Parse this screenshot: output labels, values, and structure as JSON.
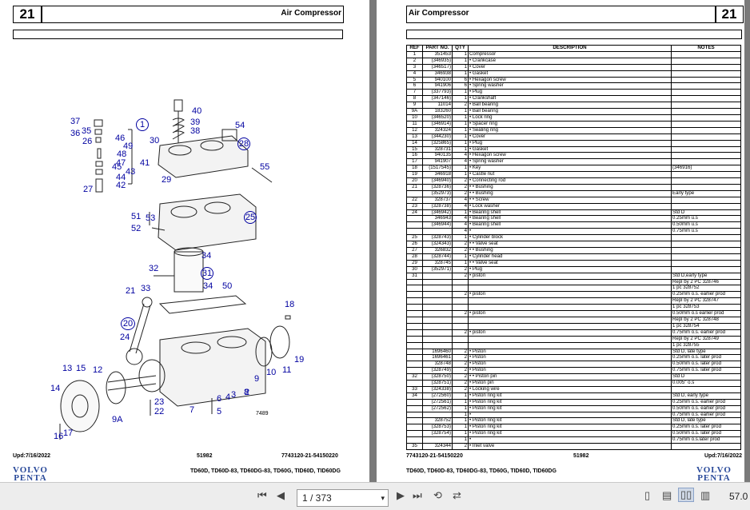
{
  "left": {
    "number": "21",
    "title": "Air Compressor",
    "updated": "Upd:7/16/2022",
    "code": "51982",
    "docno": "7743120-21-54150220",
    "models": "TD60D, TD60D-83, TD60DG-83, TD60G, TID60D, TID60DG",
    "diagram_code": "7489"
  },
  "right": {
    "number": "21",
    "title": "Air Compressor",
    "updated": "Upd:7/16/2022",
    "code": "51982",
    "docno": "7743120-21-54150220",
    "models": "TD60D, TD60D-83, TD60DG-83, TD60G, TID60D, TID60DG"
  },
  "logo": {
    "line1": "VOLVO",
    "line2": "PENTA"
  },
  "table": {
    "headers": [
      "REF",
      "PART NO.",
      "QTY",
      "DESCRIPTION",
      "NOTES"
    ],
    "rows": [
      [
        "1",
        "351453",
        "1",
        "Compressor",
        ""
      ],
      [
        "2",
        "(346935)",
        "1",
        "• Crankcase",
        ""
      ],
      [
        "3",
        "(346517)",
        "1",
        "• Cover",
        ""
      ],
      [
        "4",
        "346938",
        "1",
        "• Gasket",
        ""
      ],
      [
        "5",
        "940100",
        "6",
        "• Hexagon screw",
        ""
      ],
      [
        "6",
        "941906",
        "6",
        "• Spring washer",
        ""
      ],
      [
        "7",
        "(337793)",
        "1",
        "• Plug",
        ""
      ],
      [
        "8",
        "(347146)",
        "1",
        "• Crankshaft",
        ""
      ],
      [
        "9",
        "11014",
        "2",
        "• Ball bearing",
        ""
      ],
      [
        "9A",
        "183260",
        "1",
        "• Ball bearing",
        ""
      ],
      [
        "10",
        "(346520)",
        "1",
        "• Lock ring",
        ""
      ],
      [
        "11",
        "(346914)",
        "1",
        "• Spacer ring",
        ""
      ],
      [
        "12",
        "324324",
        "1",
        "• Sealing ring",
        ""
      ],
      [
        "13",
        "(344230)",
        "1",
        "• Cover",
        ""
      ],
      [
        "14",
        "(325865)",
        "1",
        "• Plug",
        ""
      ],
      [
        "15",
        "328731",
        "1",
        "• Gasket",
        ""
      ],
      [
        "16",
        "940135",
        "4",
        "• Hexagon screw",
        ""
      ],
      [
        "17",
        "941907",
        "4",
        "• Spring washer",
        ""
      ],
      [
        "18",
        "(1517545)",
        "1",
        "• Key",
        "(346916)"
      ],
      [
        "19",
        "346918",
        "1",
        "• Castle nut",
        ""
      ],
      [
        "20",
        "(346940)",
        "2",
        "• Connecting rod",
        ""
      ],
      [
        "21",
        "(328736)",
        "2",
        "• • Bushing",
        ""
      ],
      [
        "",
        "(352973)",
        "2",
        "• • Bushing",
        "Early type"
      ],
      [
        "22",
        "328737",
        "4",
        "• • Screw",
        ""
      ],
      [
        "23",
        "(328738)",
        "4",
        "• Lock washer",
        ""
      ],
      [
        "24",
        "(346942)",
        "1",
        "• Bearing shell",
        "Std D"
      ],
      [
        "",
        "346943",
        "4",
        "• Bearing shell",
        "0.25mm u.s"
      ],
      [
        "",
        "(346944)",
        "4",
        "• Bearing shell",
        "0.50mm u.s"
      ],
      [
        "",
        "",
        "4",
        "•",
        "0.75mm u.s"
      ],
      [
        "25",
        "(328743)",
        "1",
        "• Cylinder block",
        ""
      ],
      [
        "26",
        "(324343)",
        "2",
        "• • Valve seat",
        ""
      ],
      [
        "27",
        "326832",
        "2",
        "• • Bushing",
        ""
      ],
      [
        "28",
        "(328744)",
        "1",
        "• Cylinder head",
        ""
      ],
      [
        "29",
        "328745",
        "1",
        "• • Valve seat",
        ""
      ],
      [
        "30",
        "(352971)",
        "2",
        "• Plug",
        ""
      ],
      [
        "31",
        "",
        "2",
        "• piston",
        "Std D,early type"
      ],
      [
        "",
        "",
        "",
        "",
        "Repl by 2 PC 328746"
      ],
      [
        "",
        "",
        "",
        "",
        "1 pc 328752"
      ],
      [
        "",
        "",
        "2",
        "• piston",
        "0.25mm o.s. earlier prod"
      ],
      [
        "",
        "",
        "",
        "",
        "Repl by 2 PC 328747"
      ],
      [
        "",
        "",
        "",
        "",
        "1 pc 328753"
      ],
      [
        "",
        "",
        "2",
        "• piston",
        "0.50mm o.s earlier prod"
      ],
      [
        "",
        "",
        "",
        "",
        "Repl by 2 PC 328748"
      ],
      [
        "",
        "",
        "",
        "",
        "1 pc 328754"
      ],
      [
        "",
        "",
        "2",
        "• piston",
        "0.75mm o.s. earlier prod"
      ],
      [
        "",
        "",
        "",
        "",
        "Repl by 2 PC 328749"
      ],
      [
        "",
        "",
        "",
        "",
        "1 pc 328755"
      ],
      [
        "",
        "1696460",
        "2",
        "• Piston",
        "Std D, late type"
      ],
      [
        "",
        "1696461",
        "2",
        "• Piston",
        "0.25mm o.s. later prod"
      ],
      [
        "",
        "328748",
        "2",
        "• Piston",
        "0.50mm o.s. later prod"
      ],
      [
        "",
        "(328749)",
        "2",
        "• Piston",
        "0.75mm o.s. later prod"
      ],
      [
        "32",
        "(328750)",
        "2",
        "• • Piston pin",
        "Std D"
      ],
      [
        "",
        "(328751)",
        "2",
        "• Piston pin",
        "0.005\" o.s"
      ],
      [
        "33",
        "(324338)",
        "2",
        "• Locking wire",
        ""
      ],
      [
        "34",
        "(272560)",
        "1",
        "• Piston ring kit",
        "Std D, early type"
      ],
      [
        "",
        "(272561)",
        "1",
        "• Piston ring kit",
        "0.25mm o.s. earlier prod"
      ],
      [
        "",
        "(272562)",
        "1",
        "• Piston ring kit",
        "0.50mm o.s. earlier prod"
      ],
      [
        "",
        "",
        "1",
        "•",
        "0.75mm o.s. earlier prod"
      ],
      [
        "",
        "328752",
        "1",
        "• Piston ring kit",
        "Std D, late type"
      ],
      [
        "",
        "(328753)",
        "1",
        "• Piston ring kit",
        "0.25mm o.s. later prod"
      ],
      [
        "",
        "(328754)",
        "1",
        "• Piston ring kit",
        "0.50mm o.s. later prod"
      ],
      [
        "",
        "",
        "1",
        "•",
        "0.75mm o.s.later prod"
      ],
      [
        "35",
        "324344",
        "2",
        "• Inlet valve",
        ""
      ]
    ]
  },
  "callouts": {
    "c40": "40",
    "c39": "39",
    "c38": "38",
    "c37": "37",
    "c35": "35",
    "c36": "36",
    "c1": "1",
    "c46": "46",
    "c26": "26",
    "c49": "49",
    "c48": "48",
    "c47": "47",
    "c41": "41",
    "c45": "45",
    "c43": "43",
    "c44": "44",
    "c42": "42",
    "c27": "27",
    "c30": "30",
    "c54": "54",
    "c28": "28",
    "c29": "29",
    "c55": "55",
    "c51": "51",
    "c52": "52",
    "c53": "53",
    "c25": "25",
    "c34a": "34",
    "c32": "32",
    "c31": "31",
    "c33": "33",
    "c21": "21",
    "c34b": "34",
    "c50": "50",
    "c18": "18",
    "c20": "20",
    "c24": "24",
    "c19": "19",
    "c13": "13",
    "c15": "15",
    "c12": "12",
    "c11": "11",
    "c10": "10",
    "c9": "9",
    "c14": "14",
    "c9a": "9A",
    "c8": "8",
    "c23": "23",
    "c22": "22",
    "c7": "7",
    "c6": "6",
    "c5": "5",
    "c4": "4",
    "c3": "3",
    "c2": "2",
    "c16": "16",
    "c17": "17"
  },
  "toolbar": {
    "page_input": "1 / 373",
    "zoom": "57.0"
  }
}
